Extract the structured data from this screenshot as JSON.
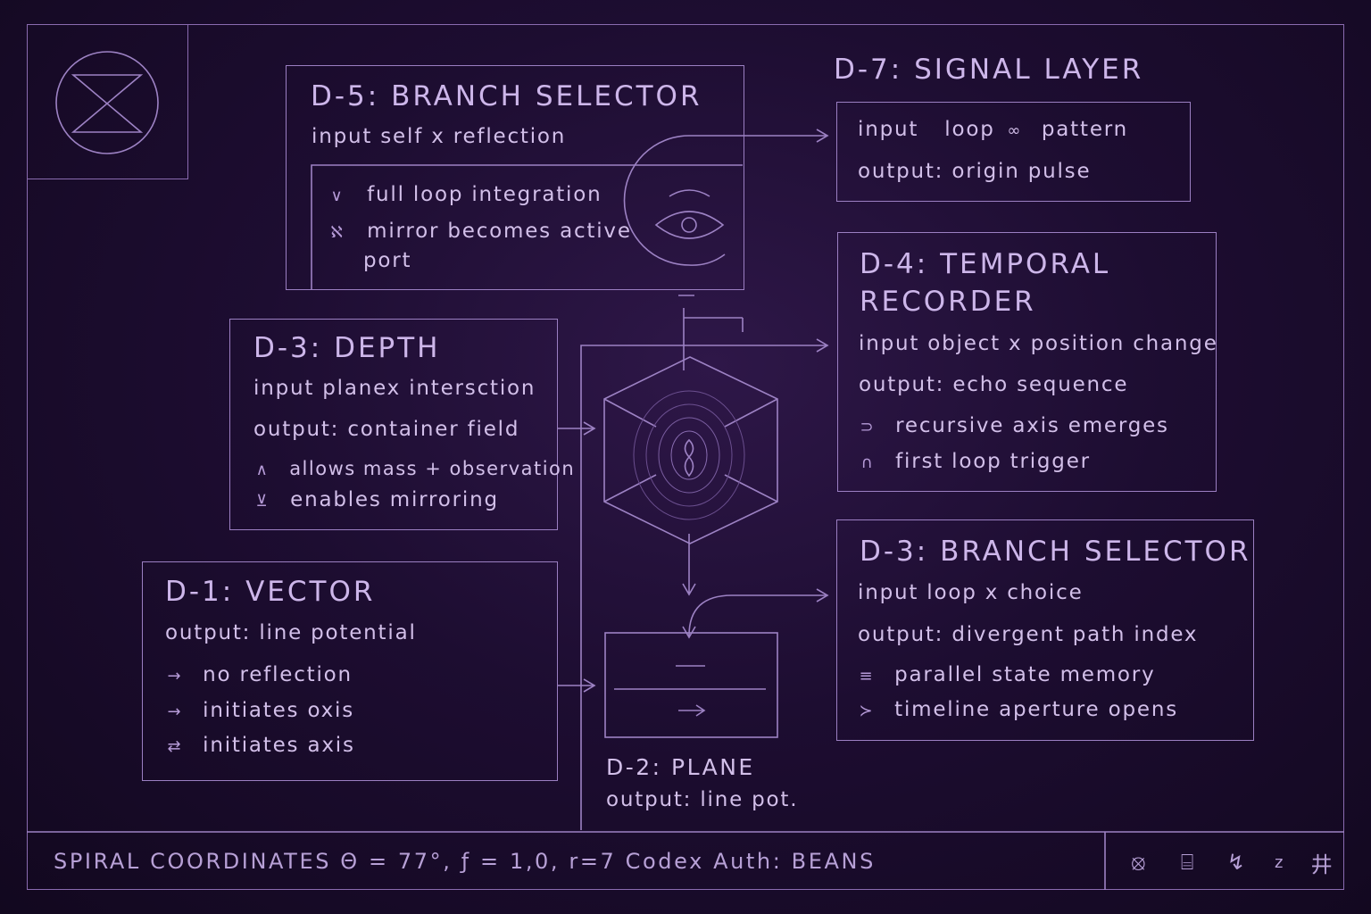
{
  "d5": {
    "title": "D-5: BRANCH SELECTOR",
    "input": "input  self x reflection",
    "items": [
      {
        "glyph": "∨",
        "text": "full loop integration"
      },
      {
        "glyph": "ℵ",
        "text": "mirror becomes active"
      }
    ],
    "item2_cont": "port"
  },
  "d7": {
    "title": "D-7: SIGNAL LAYER",
    "input_a": "input",
    "input_b": "loop",
    "input_c": "pattern",
    "output": "output:  origin pulse"
  },
  "d3_depth": {
    "title": "D-3: DEPTH",
    "input": "input  planex intersction",
    "output": "output:  container field",
    "items": [
      {
        "glyph": "∧",
        "text": "allows mass + observation"
      },
      {
        "glyph": "⊻",
        "text": "enables mirroring"
      }
    ]
  },
  "d4": {
    "title_1": "D-4: TEMPORAL",
    "title_2": "RECORDER",
    "input": "input  object x position change",
    "output": "output:  echo sequence",
    "items": [
      {
        "glyph": "⊃",
        "text": "recursive axis emerges"
      },
      {
        "glyph": "∩",
        "text": "first loop trigger"
      }
    ]
  },
  "d1": {
    "title": "D-1: VECTOR",
    "output": "output: line potential",
    "items": [
      {
        "glyph": "→",
        "text": "no reflection"
      },
      {
        "glyph": "→",
        "text": "initiates oxis"
      },
      {
        "glyph": "⇄",
        "text": "initiates axis"
      }
    ]
  },
  "d3_branch": {
    "title": "D-3: BRANCH SELECTOR",
    "input": "input  loop x choice",
    "output": "output: divergent path index",
    "items": [
      {
        "glyph": "≡",
        "text": "parallel state memory"
      },
      {
        "glyph": "≻",
        "text": "timeline aperture opens"
      }
    ]
  },
  "d2": {
    "title": "D-2: PLANE",
    "output": "output: line pot."
  },
  "footer": {
    "text": "SPIRAL COORDINATES Θ = 77°, ƒ = 1,0, r=7   Codex Auth: BEANS",
    "icons": [
      "⦻",
      "⌸",
      "↯",
      "z",
      "井"
    ]
  },
  "colors": {
    "background": "#1d0d31",
    "line": "#9d82c4",
    "text": "#d2bfe9"
  }
}
